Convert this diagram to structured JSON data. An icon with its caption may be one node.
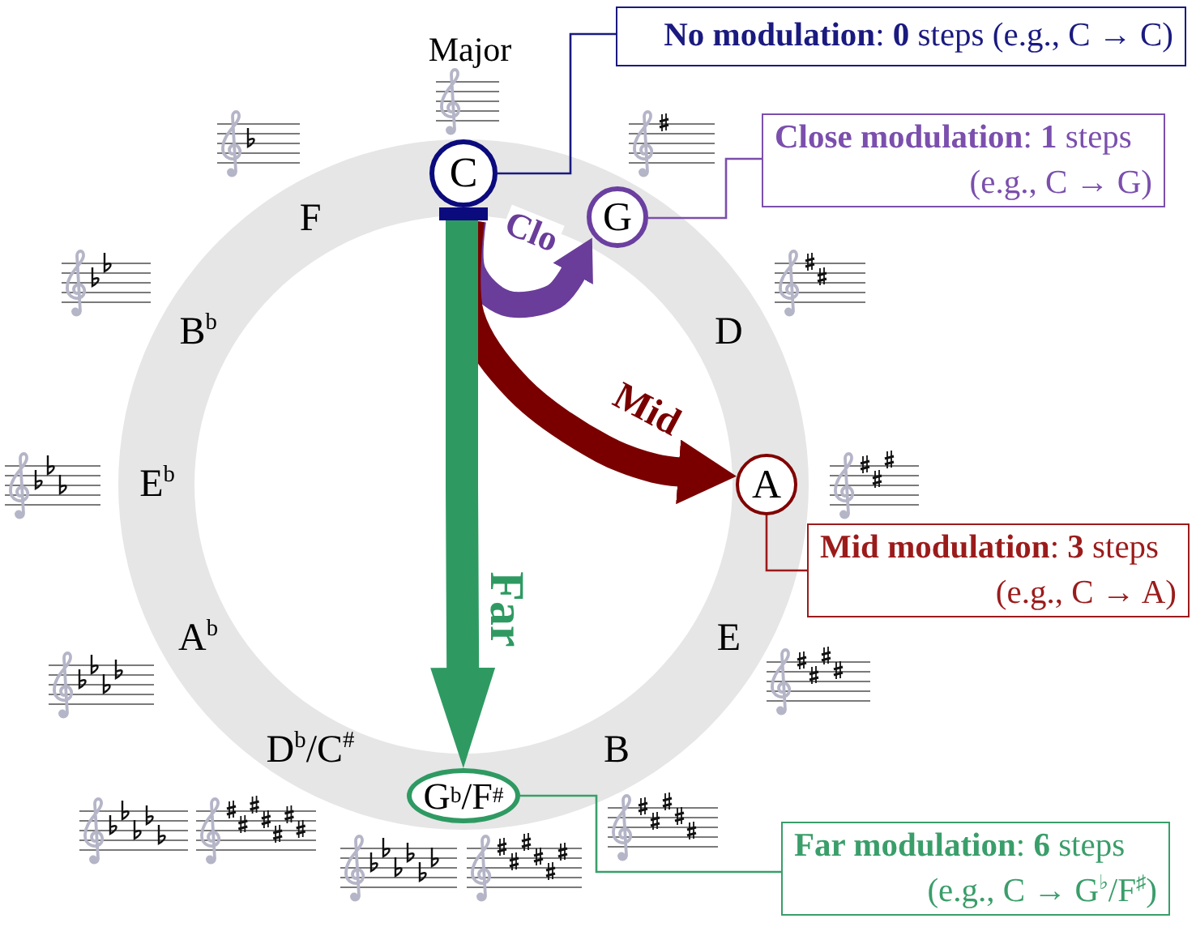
{
  "diagram": {
    "nodes": [
      {
        "text": [
          "D",
          "E",
          "B",
          "D$^{b}$/C$^{#}$",
          "A$^{b}$",
          "E$^{b}$",
          "B$^{b}$",
          "F"
        ]
      },
      {
        "text": [
          "C"
        ],
        "in": 0
      },
      {
        "text": [],
        "shape": "bar",
        "in": 0
      },
      {
        "text": [
          "G"
        ],
        "in": 0
      },
      {
        "text": [
          "A"
        ],
        "in": 0
      },
      {
        "text": [
          "G$^{b}$/F$^{#}$"
        ],
        "in": 0
      },
      {
        "text": [
          "**No modulation**: **0** steps (e.g., C → C)"
        ]
      },
      {
        "text": [
          "**Close modulation**: **1** steps (e.g., C → G)"
        ]
      },
      {
        "text": [
          "**Mid modulation**: **3** steps (e.g., C → A)"
        ]
      },
      {
        "text": [
          "**Far modulation**: **6** steps (e.g., C → G$^{♭}$/F$^{♯}$)"
        ]
      }
    ],
    "edges": [
      {
        "from": 2,
        "to": 3,
        "arrow": "to",
        "label": "Clo",
        "style": "thick",
        "color": "#6a3d9a"
      },
      {
        "from": 2,
        "to": 4,
        "arrow": "to",
        "label": "Mid",
        "style": "thick",
        "color": "#7a0000"
      },
      {
        "from": 2,
        "to": 5,
        "arrow": "to",
        "label": "Far",
        "style": "thick",
        "color": "#2e9a62"
      },
      {
        "from": 6,
        "to": 1,
        "arrow": "none",
        "color": "#1a1a80"
      },
      {
        "from": 7,
        "to": 3,
        "arrow": "none",
        "color": "#7b4fad"
      },
      {
        "from": 8,
        "to": 4,
        "arrow": "none",
        "color": "#9b1b1b"
      },
      {
        "from": 9,
        "to": 5,
        "arrow": "none",
        "color": "#3a9e6a"
      }
    ],
    "labels": [
      "Major"
    ]
  }
}
